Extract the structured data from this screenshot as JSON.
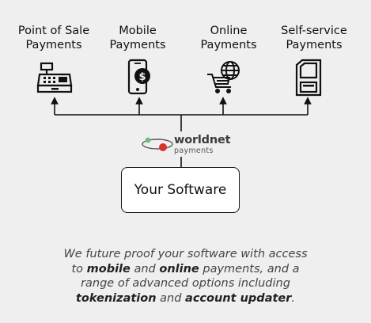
{
  "channels": [
    {
      "line1": "Point of Sale",
      "line2": "Payments",
      "icon": "cash-register-icon"
    },
    {
      "line1": "Mobile",
      "line2": "Payments",
      "icon": "mobile-payment-icon"
    },
    {
      "line1": "Online",
      "line2": "Payments",
      "icon": "online-cart-icon"
    },
    {
      "line1": "Self-service",
      "line2": "Payments",
      "icon": "kiosk-icon"
    }
  ],
  "logo": {
    "name": "worldnet",
    "sub": "payments",
    "colors": {
      "dot_green": "#6dbb8a",
      "dot_red": "#d9312b"
    }
  },
  "software_box": {
    "label": "Your Software"
  },
  "caption": {
    "line1": "We future proof your software with access",
    "line2_pre": "to ",
    "line2_b1": "mobile",
    "line2_mid": " and ",
    "line2_b2": "online",
    "line2_post": " payments, and a",
    "line3": "range of advanced options including",
    "line4_b1": "tokenization",
    "line4_mid": " and ",
    "line4_b2": "account updater",
    "line4_post": "."
  }
}
